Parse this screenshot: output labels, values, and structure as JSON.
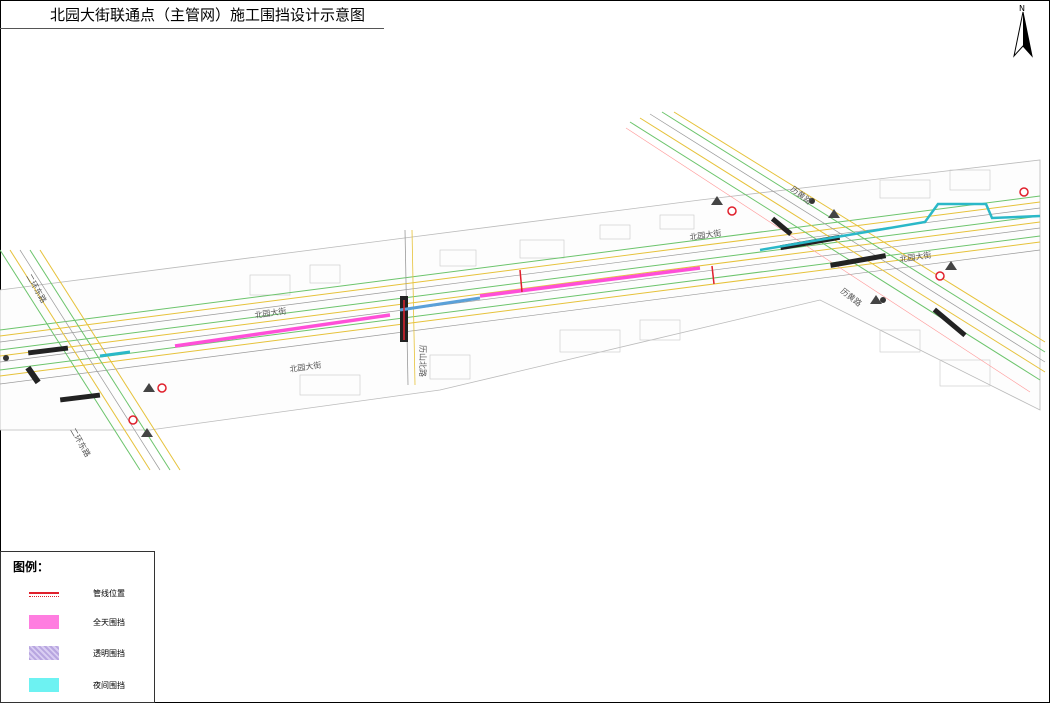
{
  "title": "北园大街联通点（主管网）施工围挡设计示意图",
  "north_label": "N",
  "streets": {
    "main_1": "北园大街",
    "main_2": "北园大街",
    "main_3": "北园大街",
    "main_4": "北园大街",
    "ring_road": "二环东路",
    "ring_road_2": "二环东路",
    "cross_road": "历山北路",
    "right_cross": "历黄路",
    "right_cross_2": "历黄路"
  },
  "legend": {
    "title": "图例：",
    "items": [
      {
        "label": "管线位置",
        "color": "#e0202c",
        "style": "line"
      },
      {
        "label": "全天围挡",
        "color": "#ff7de0",
        "style": "fill"
      },
      {
        "label": "透明围挡",
        "color": "#b8a6e0",
        "style": "fill"
      },
      {
        "label": "夜间围挡",
        "color": "#6df2f2",
        "style": "fill"
      }
    ]
  },
  "colors": {
    "all_day_barrier": "#ff4fd8",
    "night_barrier": "#2ab8c8",
    "transparent_barrier": "#5aa0d8",
    "pipeline": "#e0202c",
    "road_green": "#6cc46c",
    "road_yellow": "#e6c23a",
    "road_gray": "#9a9a9a"
  }
}
